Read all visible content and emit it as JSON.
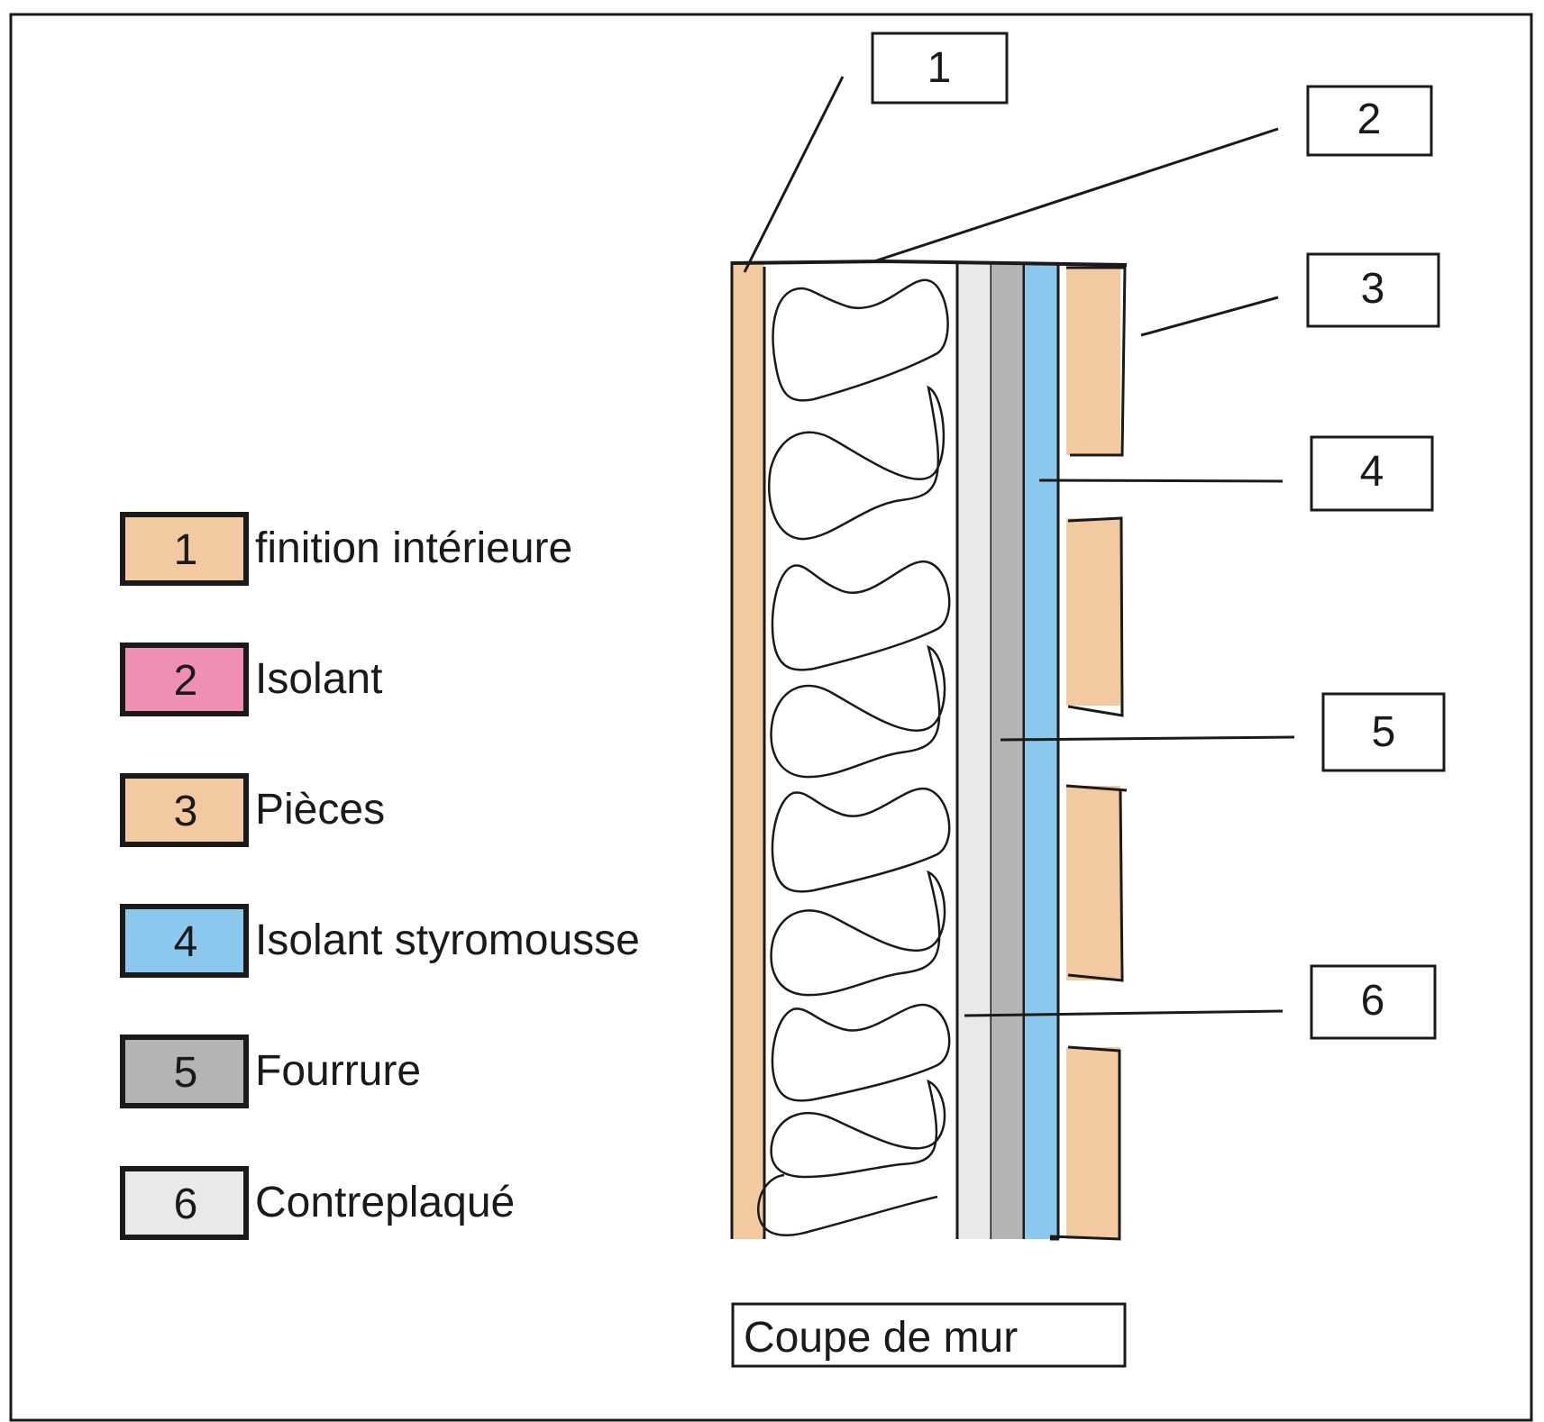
{
  "title": "Coupe de mur",
  "colors": {
    "finition": "#f2c9a0",
    "isolant": "#ef8fb3",
    "pieces": "#f2c9a0",
    "styromousse": "#8cc8ee",
    "fourrure": "#b4b4b6",
    "contreplaque": "#e9e9e9",
    "stroke": "#1a1a1a"
  },
  "legend": [
    {
      "number": "1",
      "label": "finition intérieure",
      "color": "#f2c9a0"
    },
    {
      "number": "2",
      "label": "Isolant",
      "color": "#ef8fb3"
    },
    {
      "number": "3",
      "label": "Pièces",
      "color": "#f2c9a0"
    },
    {
      "number": "4",
      "label": "Isolant styromousse",
      "color": "#8cc8ee"
    },
    {
      "number": "5",
      "label": "Fourrure",
      "color": "#b4b4b6"
    },
    {
      "number": "6",
      "label": "Contreplaqué",
      "color": "#e9e9e9"
    }
  ],
  "callouts": [
    "1",
    "2",
    "3",
    "4",
    "5",
    "6"
  ]
}
